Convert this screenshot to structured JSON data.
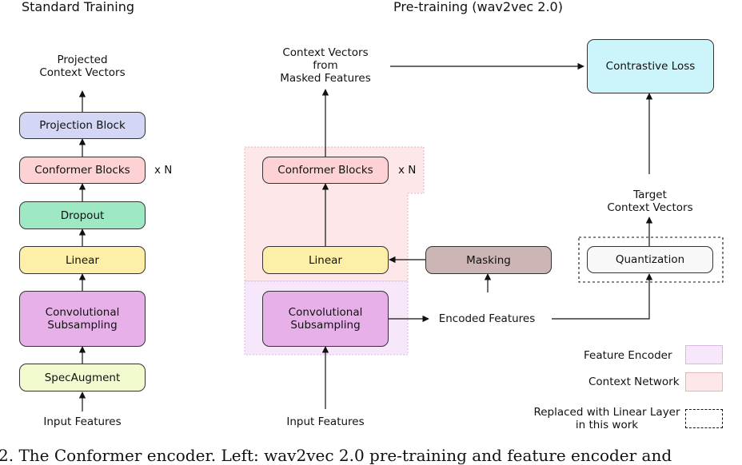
{
  "colors": {
    "projection": "#d4d6f5",
    "conformer": "#fcd2d4",
    "dropout": "#9fe8c4",
    "linear": "#fdefa7",
    "convolutional": "#e7b0e8",
    "specaugment": "#f1fbcf",
    "masking": "#cdb4b5",
    "contrastive": "#ccf5fb",
    "quantization": "#f8f8f8",
    "feature_encoder_region": "#f7e7fb",
    "context_network_region": "#fde7e8"
  },
  "standard": {
    "title": "Standard Training",
    "output_label": "Projected\nContext Vectors",
    "projection": "Projection Block",
    "conformer": "Conformer Blocks",
    "repeat": "x N",
    "dropout": "Dropout",
    "linear": "Linear",
    "convolutional": "Convolutional\nSubsampling",
    "specaugment": "SpecAugment",
    "input_label": "Input Features"
  },
  "pretraining": {
    "title": "Pre-training (wav2vec 2.0)",
    "output_label": "Context Vectors\nfrom\nMasked Features",
    "contrastive": "Contrastive Loss",
    "conformer": "Conformer Blocks",
    "repeat": "x N",
    "linear": "Linear",
    "masking": "Masking",
    "target_label": "Target\nContext Vectors",
    "quantization": "Quantization",
    "convolutional": "Convolutional\nSubsampling",
    "encoded_label": "Encoded Features",
    "input_label": "Input Features"
  },
  "legend": {
    "feature_encoder": "Feature Encoder",
    "context_network": "Context Network",
    "replaced": "Replaced with Linear Layer\nin this work"
  },
  "caption": "2.  The Conformer encoder.  Left:  wav2vec 2.0  pre-training and  feature  encoder and"
}
